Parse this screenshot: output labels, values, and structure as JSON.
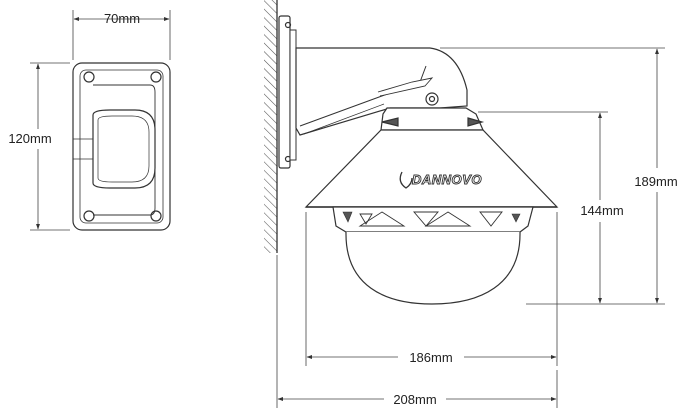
{
  "drawing": {
    "brand_logo_text": "DANNOVO",
    "line_color": "#333333",
    "dimension_color": "#444444"
  },
  "dimensions": {
    "plate_width": "70mm",
    "plate_height": "120mm",
    "camera_height": "189mm",
    "dome_height": "144mm",
    "shade_width": "186mm",
    "overall_width": "208mm"
  }
}
